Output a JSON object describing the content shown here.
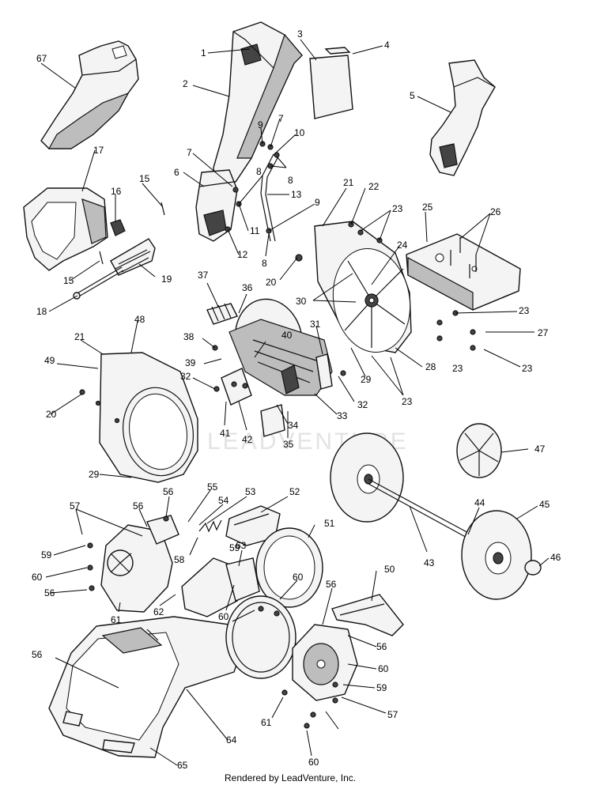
{
  "watermark": "LEADVENTURE",
  "footer": "Rendered by LeadVenture, Inc.",
  "callouts": [
    "1",
    "2",
    "3",
    "4",
    "5",
    "6",
    "7",
    "7",
    "8",
    "8",
    "8",
    "9",
    "9",
    "10",
    "11",
    "12",
    "13",
    "15",
    "15",
    "16",
    "17",
    "18",
    "19",
    "20",
    "20",
    "21",
    "21",
    "22",
    "23",
    "23",
    "23",
    "23",
    "23",
    "24",
    "25",
    "26",
    "27",
    "28",
    "29",
    "29",
    "30",
    "31",
    "32",
    "32",
    "33",
    "34",
    "35",
    "36",
    "37",
    "38",
    "39",
    "40",
    "41",
    "42",
    "43",
    "44",
    "45",
    "46",
    "47",
    "48",
    "49",
    "50",
    "51",
    "52",
    "53",
    "54",
    "55",
    "56",
    "56",
    "56",
    "56",
    "56",
    "56",
    "57",
    "57",
    "58",
    "59",
    "59",
    "59",
    "60",
    "60",
    "60",
    "60",
    "60",
    "61",
    "61",
    "62",
    "63",
    "64",
    "65",
    "67"
  ]
}
